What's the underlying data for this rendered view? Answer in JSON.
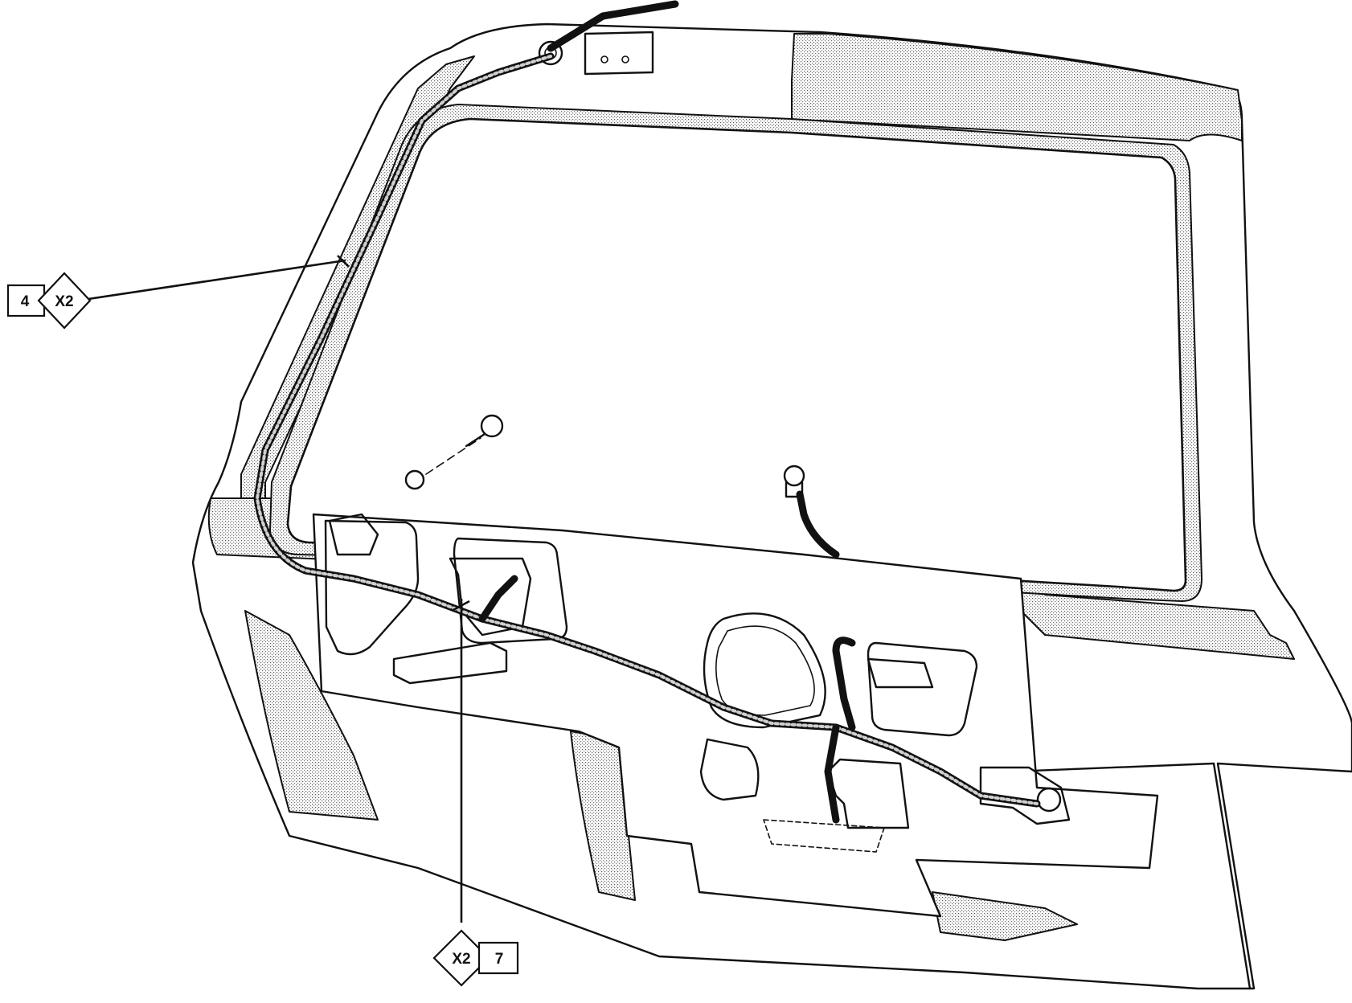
{
  "callouts": [
    {
      "id": "left",
      "number": "4",
      "connector": "X2"
    },
    {
      "id": "bottom",
      "connector": "X2",
      "number": "7"
    }
  ]
}
